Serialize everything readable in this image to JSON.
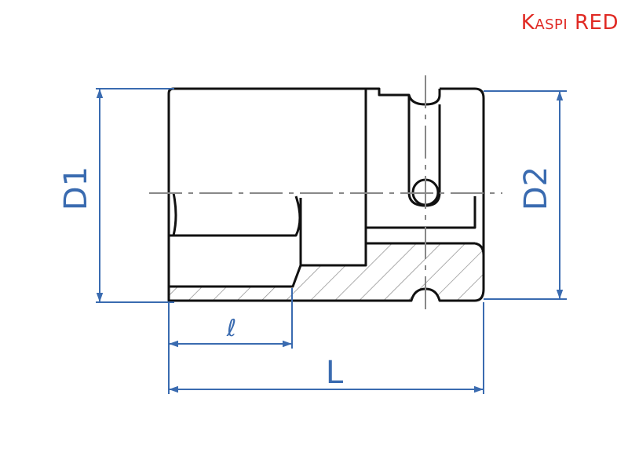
{
  "brand": {
    "text": "Kaspi RED",
    "color": "#e02a24"
  },
  "colors": {
    "outline": "#111111",
    "dimension": "#3a6bb0",
    "centerline": "#888888"
  },
  "dimensions": {
    "d1": "D1",
    "d2": "D2",
    "l": "L",
    "l_small": "ℓ"
  }
}
